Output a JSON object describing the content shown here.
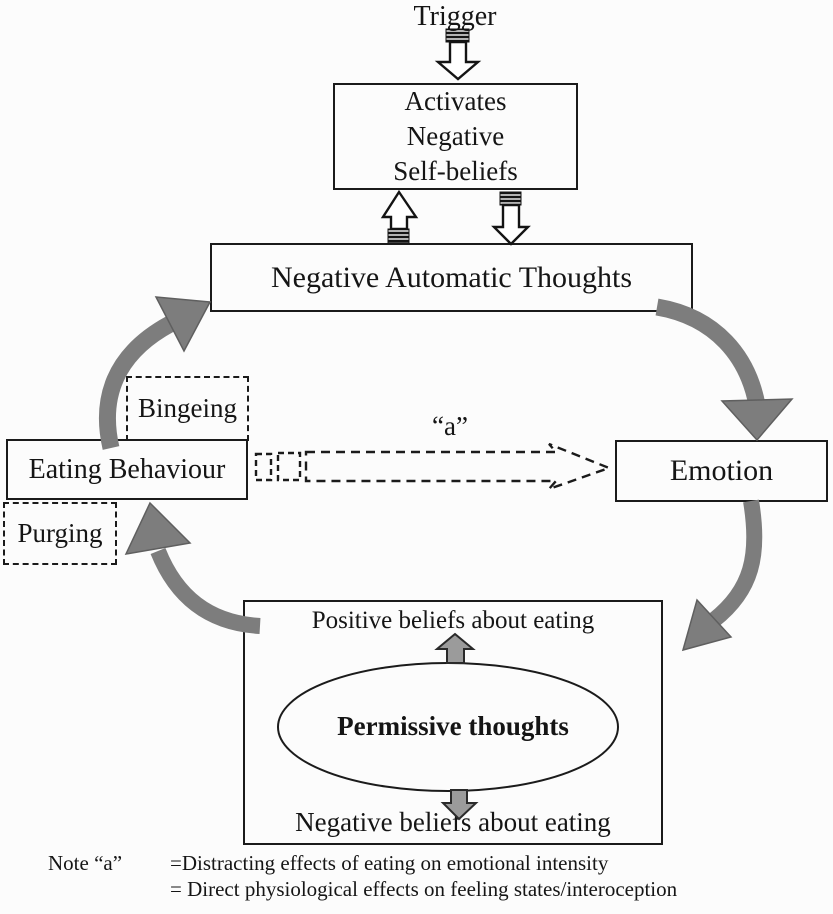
{
  "diagram": {
    "trigger": "Trigger",
    "self_beliefs": {
      "lines": [
        "Activates",
        "Negative",
        "Self-beliefs"
      ]
    },
    "negative_automatic_thoughts": "Negative Automatic Thoughts",
    "bingeing": "Bingeing",
    "eating_behaviour": "Eating Behaviour",
    "purging": "Purging",
    "emotion": "Emotion",
    "a_label": "“a”",
    "beliefs_box": {
      "positive": "Positive beliefs about eating",
      "permissive": "Permissive thoughts",
      "negative": "Negative beliefs about eating"
    },
    "note": {
      "prefix": "Note “a”",
      "line1": "=Distracting effects of eating on emotional intensity",
      "line2": "= Direct physiological effects on feeling states/interoception"
    }
  },
  "colors": {
    "arrow_gray": "#7d7d7d",
    "arrow_gray_edge": "#5f5f5f",
    "small_arrow_gray": "#9b9b9b",
    "line_black": "#1b1b1b",
    "background": "#fcfcfc"
  }
}
